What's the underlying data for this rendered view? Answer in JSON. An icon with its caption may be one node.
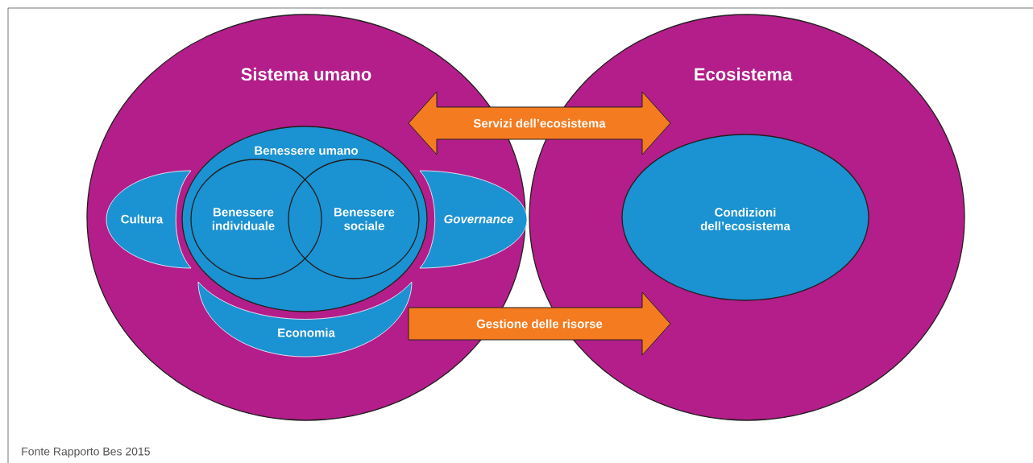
{
  "diagram": {
    "nodes": [
      {
        "text": [
          "Sistema umano"
        ]
      },
      {
        "text": [
          "Ecosistema"
        ]
      },
      {
        "text": [
          "Benessere umano"
        ],
        "in": 0
      },
      {
        "text": [
          "Benessere individuale"
        ],
        "in": 2
      },
      {
        "text": [
          "Benessere sociale"
        ],
        "in": 2
      },
      {
        "text": [
          "Cultura"
        ],
        "in": 0
      },
      {
        "text": [
          "Governance"
        ],
        "in": 0
      },
      {
        "text": [
          "Economia"
        ],
        "in": 0
      },
      {
        "text": [
          "Condizioni dell’ecosistema"
        ],
        "in": 1
      }
    ],
    "edges": [
      {
        "from": 0,
        "to": 1,
        "arrow": "both",
        "label": "Servizi dell’ecosistema"
      },
      {
        "from": 0,
        "to": 1,
        "arrow": "to",
        "label": "Gestione delle risorse"
      }
    ],
    "labels": [
      "Fonte Rapporto Bes 2015"
    ]
  }
}
